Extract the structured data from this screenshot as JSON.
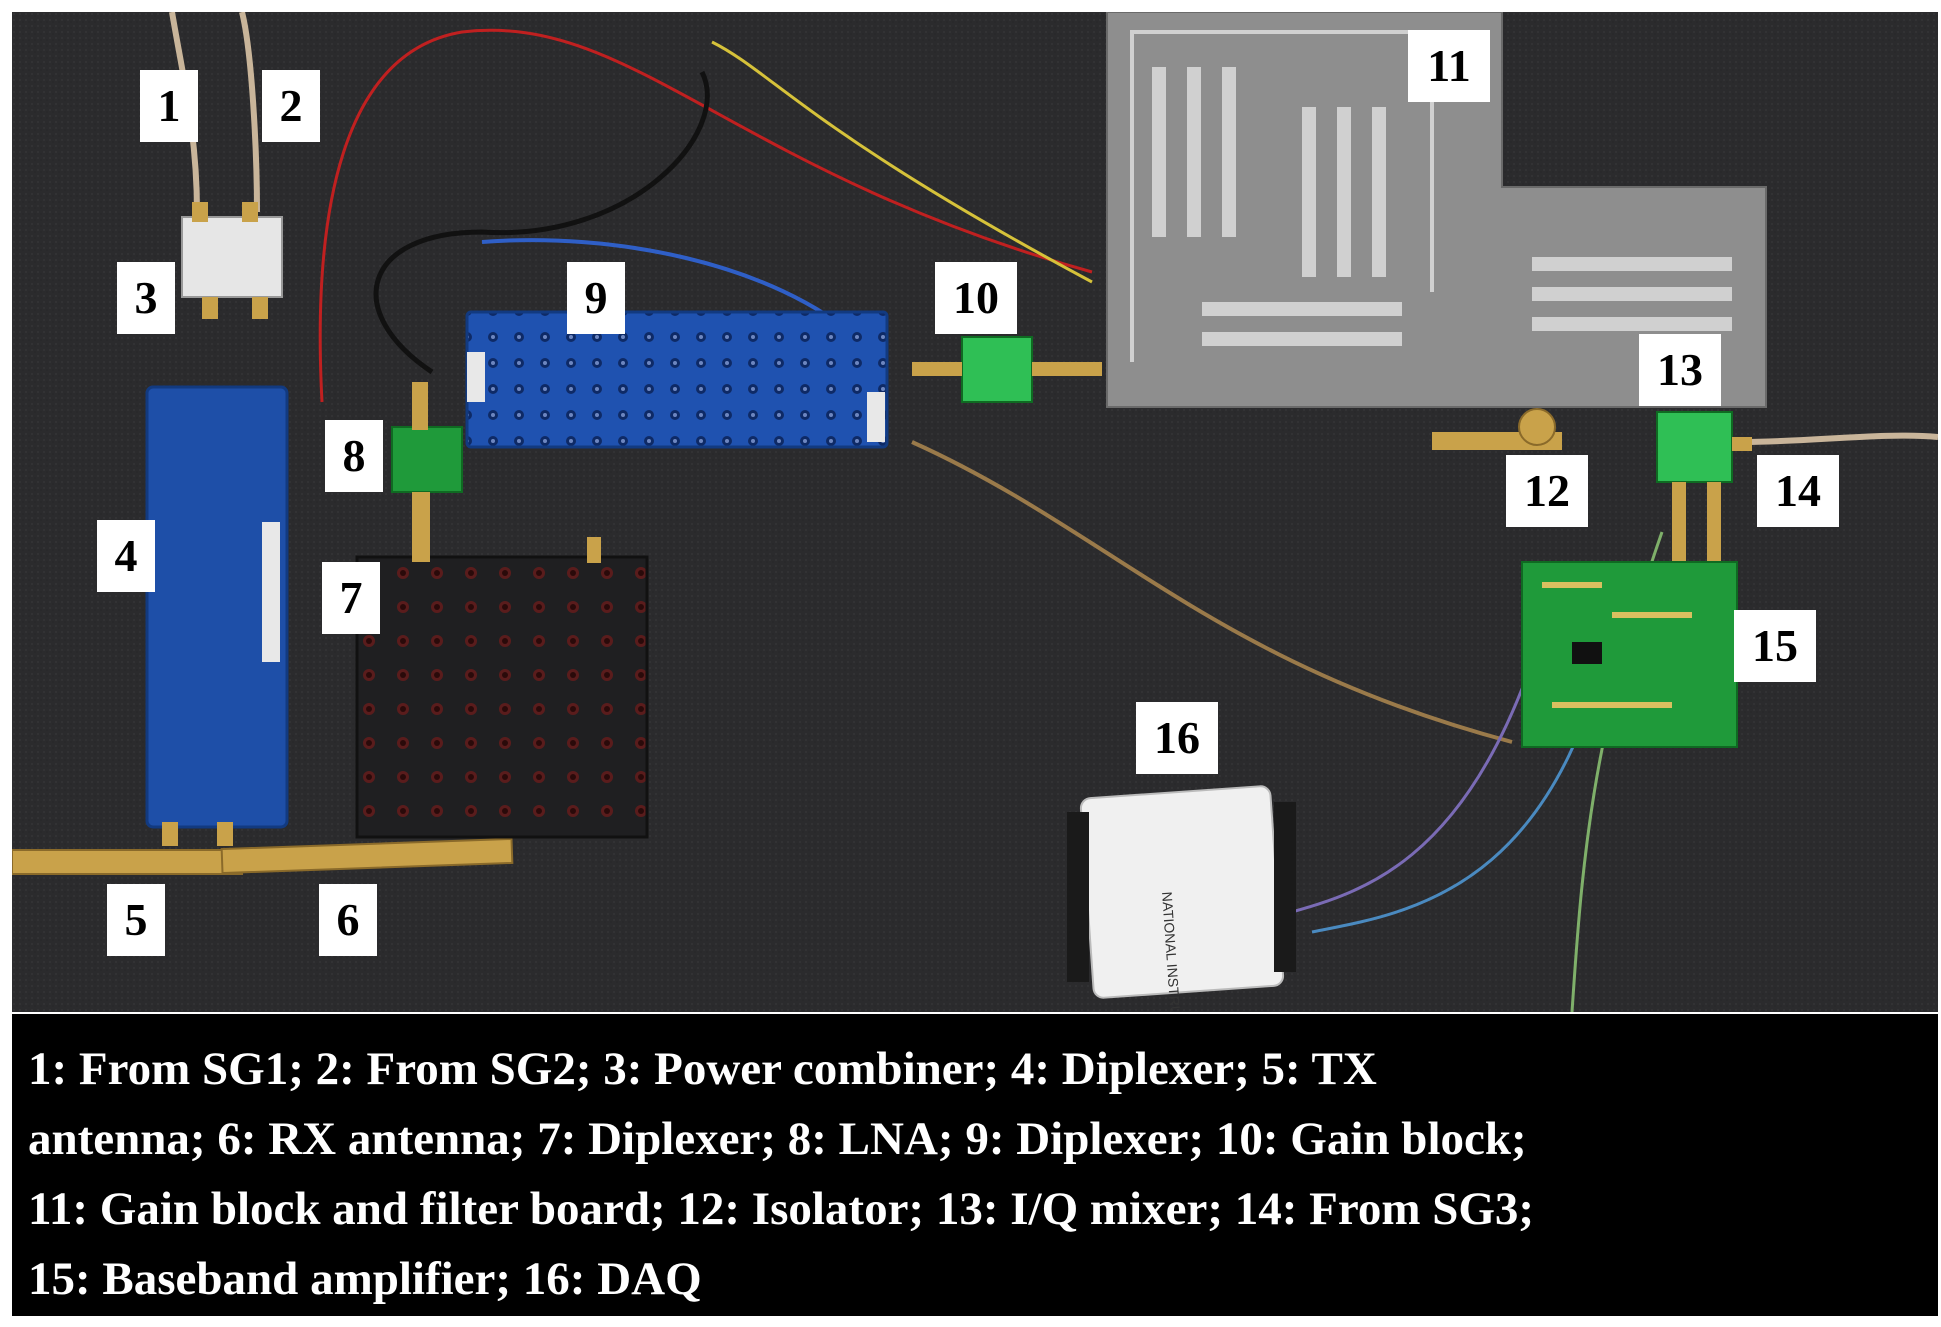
{
  "labels": {
    "l1": "1",
    "l2": "2",
    "l3": "3",
    "l4": "4",
    "l5": "5",
    "l6": "6",
    "l7": "7",
    "l8": "8",
    "l9": "9",
    "l10": "10",
    "l11": "11",
    "l12": "12",
    "l13": "13",
    "l14": "14",
    "l15": "15",
    "l16": "16"
  },
  "device_text": {
    "daq_brand": "NATIONAL INSTRUMENTS"
  },
  "caption": {
    "line1": "1: From SG1; 2: From SG2; 3: Power combiner; 4: Diplexer; 5: TX",
    "line2": "antenna; 6: RX antenna; 7: Diplexer; 8: LNA; 9: Diplexer; 10: Gain block;",
    "line3": "11: Gain block and filter board; 12: Isolator; 13: I/Q mixer; 14: From SG3;",
    "line4": "15: Baseband amplifier; 16: DAQ"
  },
  "colors": {
    "background_mat": "#2b2b2d",
    "caption_bg": "#000000",
    "caption_text": "#ffffff",
    "label_bg": "#ffffff",
    "diplexer_blue": "#1e4fa8",
    "pcb_green": "#1f9a3a",
    "filter_board": "#8c8c8c",
    "brass": "#c9a24a"
  }
}
